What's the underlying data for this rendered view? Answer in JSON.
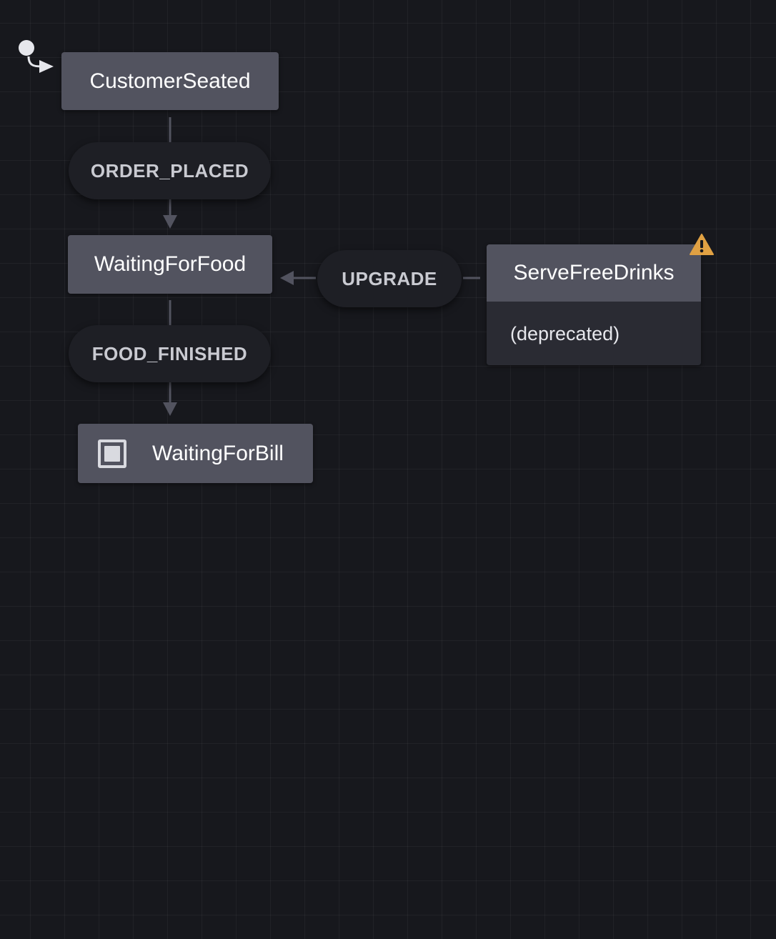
{
  "states": {
    "customer_seated": "CustomerSeated",
    "waiting_for_food": "WaitingForFood",
    "waiting_for_bill": "WaitingForBill",
    "serve_free_drinks": "ServeFreeDrinks",
    "serve_free_drinks_note": "(deprecated)"
  },
  "events": {
    "order_placed": "ORDER_PLACED",
    "food_finished": "FOOD_FINISHED",
    "upgrade": "UPGRADE"
  },
  "colors": {
    "canvas": "#17181d",
    "state_fill": "#52535f",
    "event_fill": "#1e1f25",
    "edge": "#52535f",
    "warning": "#e0a143"
  },
  "icons": {
    "initial": "initial-state-icon",
    "final": "final-state-icon",
    "warning": "warning-icon"
  }
}
